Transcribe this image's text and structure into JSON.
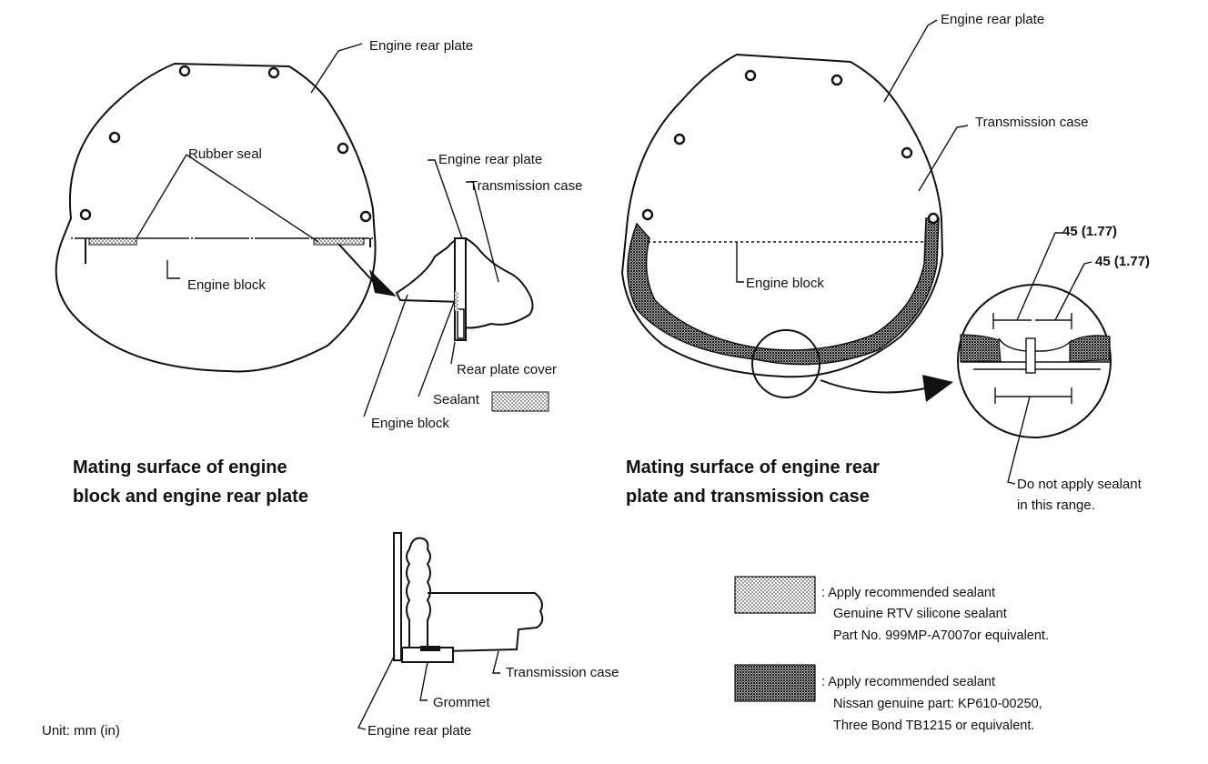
{
  "labels": {
    "engine_rear_plate": "Engine rear plate",
    "rubber_seal": "Rubber seal",
    "engine_block": "Engine block",
    "transmission_case": "Transmission case",
    "rear_plate_cover": "Rear plate cover",
    "sealant": "Sealant",
    "grommet": "Grommet",
    "dimension_1": "45 (1.77)",
    "dimension_2": "45 (1.77)",
    "no_sealant_line1": "Do not apply sealant",
    "no_sealant_line2": "in this range."
  },
  "captions": {
    "left_line1": "Mating surface of engine",
    "left_line2": "block and engine rear plate",
    "right_line1": "Mating surface of engine rear",
    "right_line2": "plate and transmission case"
  },
  "legend": {
    "light_line1": ": Apply recommended sealant",
    "light_line2": "Genuine RTV silicone sealant",
    "light_line3": "Part  No. 999MP-A7007or equivalent.",
    "dark_line1": ": Apply recommended sealant",
    "dark_line2": "Nissan genuine part: KP610-00250,",
    "dark_line3": "Three Bond TB1215 or equivalent."
  },
  "unit": "Unit: mm (in)"
}
